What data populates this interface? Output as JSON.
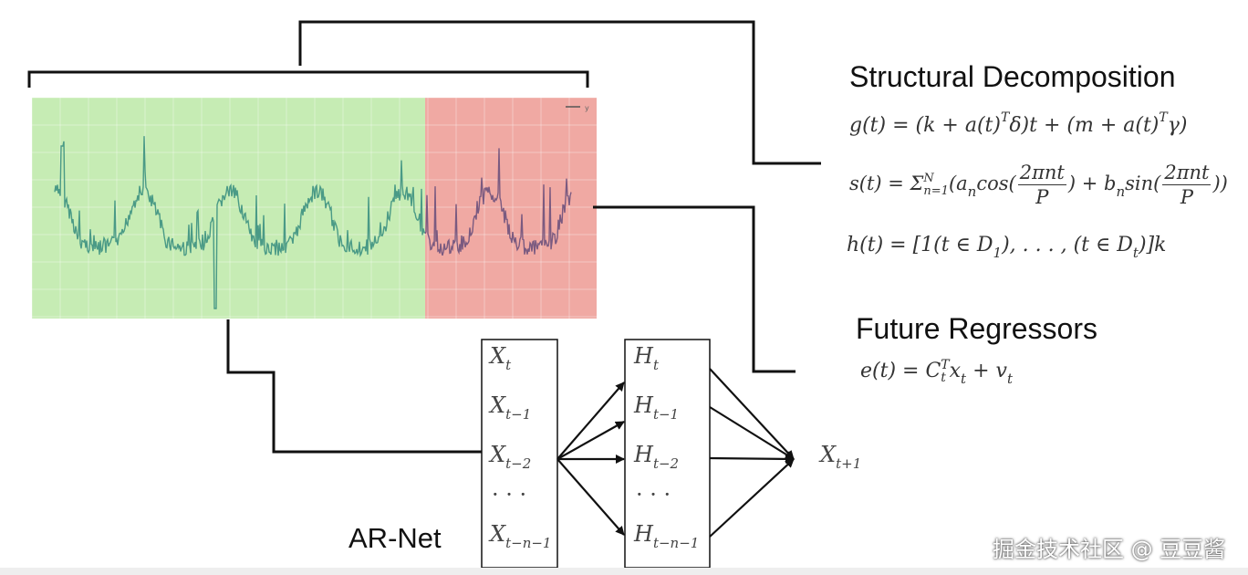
{
  "headings": {
    "structural": "Structural Decomposition",
    "future": "Future Regressors",
    "ar_net": "AR-Net"
  },
  "equations": {
    "g": {
      "lhs": "g(t) = (k + a(t)",
      "sup1": "T",
      "mid": "δ)t + (m + a(t)",
      "sup2": "T",
      "end": "γ)"
    },
    "s": {
      "lhs": "s(t) = Σ",
      "sub": "n=1",
      "sup": "N",
      "p1": "(a",
      "p1sub": "n",
      "p2": "cos(",
      "num": "2πnt",
      "den": "P",
      "p3": ") + b",
      "p3sub": "n",
      "p4": "sin(",
      "p5": "))"
    },
    "h": {
      "lhs": "h(t) = [1(t ∈ D",
      "sub1": "1",
      "mid": "), . . . , (t ∈ D",
      "sub2": "t",
      "end": ")]k"
    },
    "e": {
      "lhs": "e(t) = C",
      "sub1": "t",
      "sup1": "T",
      "mid": "x",
      "sub2": "t",
      "plus": " + v",
      "sub3": "t"
    }
  },
  "inputs": [
    {
      "base": "X",
      "sub": "t"
    },
    {
      "base": "X",
      "sub": "t−1"
    },
    {
      "base": "X",
      "sub": "t−2"
    },
    {
      "dots": "· · ·"
    },
    {
      "base": "X",
      "sub": "t−n−1"
    }
  ],
  "hidden": [
    {
      "base": "H",
      "sub": "t"
    },
    {
      "base": "H",
      "sub": "t−1"
    },
    {
      "base": "H",
      "sub": "t−2"
    },
    {
      "dots": "· · ·"
    },
    {
      "base": "H",
      "sub": "t−n−1"
    }
  ],
  "output": {
    "base": "X",
    "sub": "t+1"
  },
  "chart": {
    "legend_label": "y",
    "train_color": "#c6ecb4",
    "test_color": "#f0a9a3",
    "train_line_color": "#4a9a86",
    "test_line_color": "#7a5a80"
  },
  "watermark": "掘金技术社区 @ 豆豆酱"
}
